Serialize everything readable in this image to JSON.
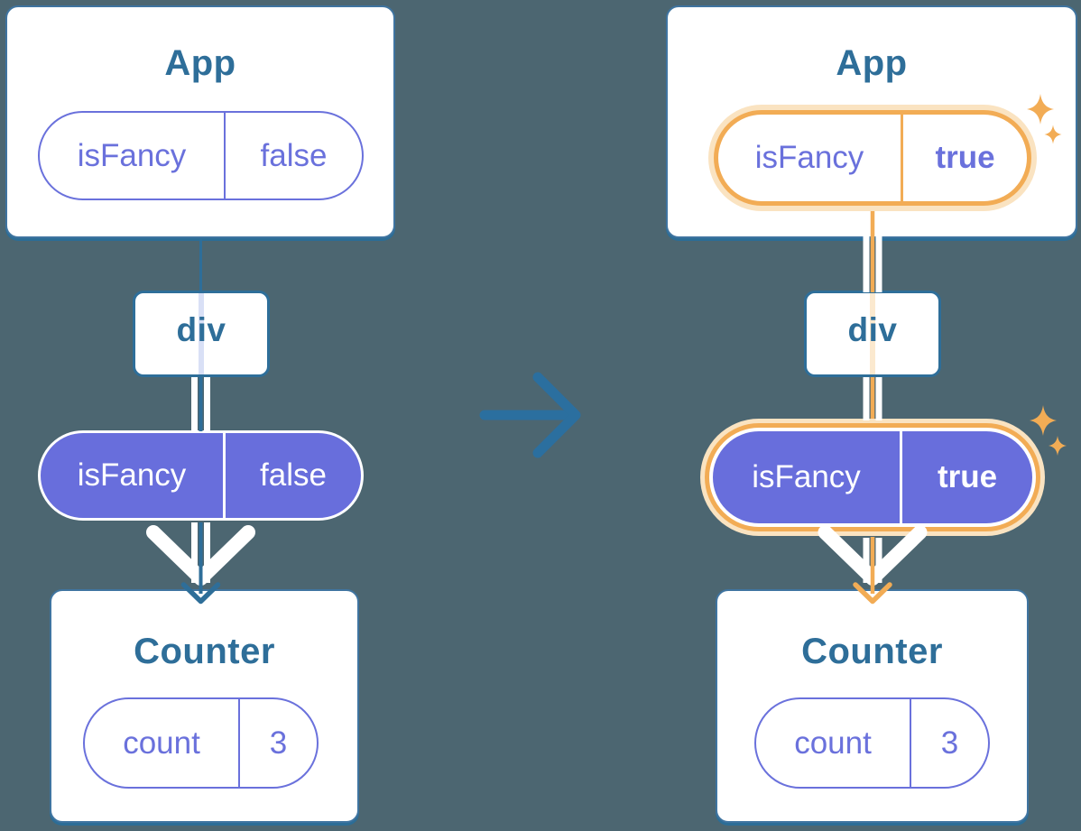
{
  "colors": {
    "background": "#4C6671",
    "card_border_blue": "#3F74A0",
    "card_shadow_blue": "#2C6D96",
    "heading_blue": "#2E6E99",
    "purple": "#6A71DC",
    "purple_fill": "#686EDC",
    "orange_highlight": "#F2AC55",
    "orange_glow": "#FAE3C1",
    "cream_inner_line": "#FBE9CF",
    "lavender_inner_line": "#D9E0F6",
    "transition_arrow_blue": "#2B6F9F",
    "white": "#FFFFFF"
  },
  "left_tree": {
    "app_title": "App",
    "app_prop_name": "isFancy",
    "app_prop_value": "false",
    "div_title": "div",
    "passed_prop_name": "isFancy",
    "passed_prop_value": "false",
    "counter_title": "Counter",
    "state_name": "count",
    "state_value": "3"
  },
  "right_tree": {
    "app_title": "App",
    "app_prop_name": "isFancy",
    "app_prop_value": "true",
    "div_title": "div",
    "passed_prop_name": "isFancy",
    "passed_prop_value": "true",
    "counter_title": "Counter",
    "state_name": "count",
    "state_value": "3"
  },
  "icons": {
    "transition_arrow": "right-arrow",
    "highlight_sparkles": "sparkle"
  }
}
